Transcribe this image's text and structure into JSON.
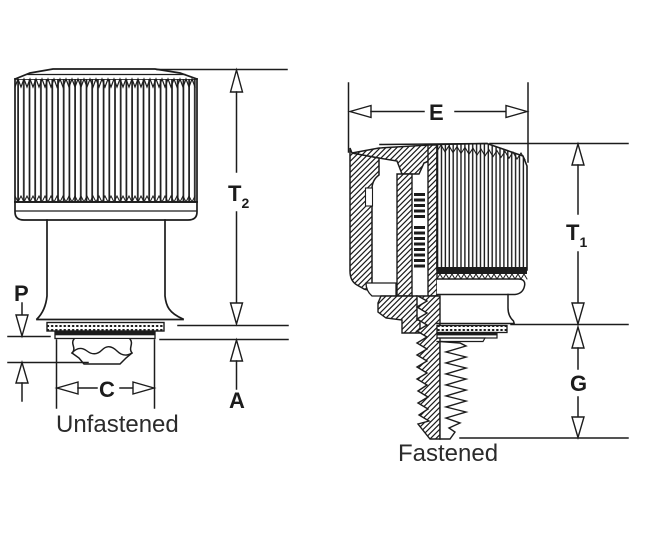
{
  "drawing": {
    "background": "#ffffff",
    "line_color": "#1c1c1c",
    "views": {
      "unfastened": {
        "caption": "Unfastened",
        "dims": {
          "t2_base": "T",
          "t2_sub": "2",
          "p": "P",
          "c": "C",
          "a": "A"
        }
      },
      "fastened": {
        "caption": "Fastened",
        "dims": {
          "e": "E",
          "t1_base": "T",
          "t1_sub": "1",
          "g": "G"
        }
      }
    }
  }
}
